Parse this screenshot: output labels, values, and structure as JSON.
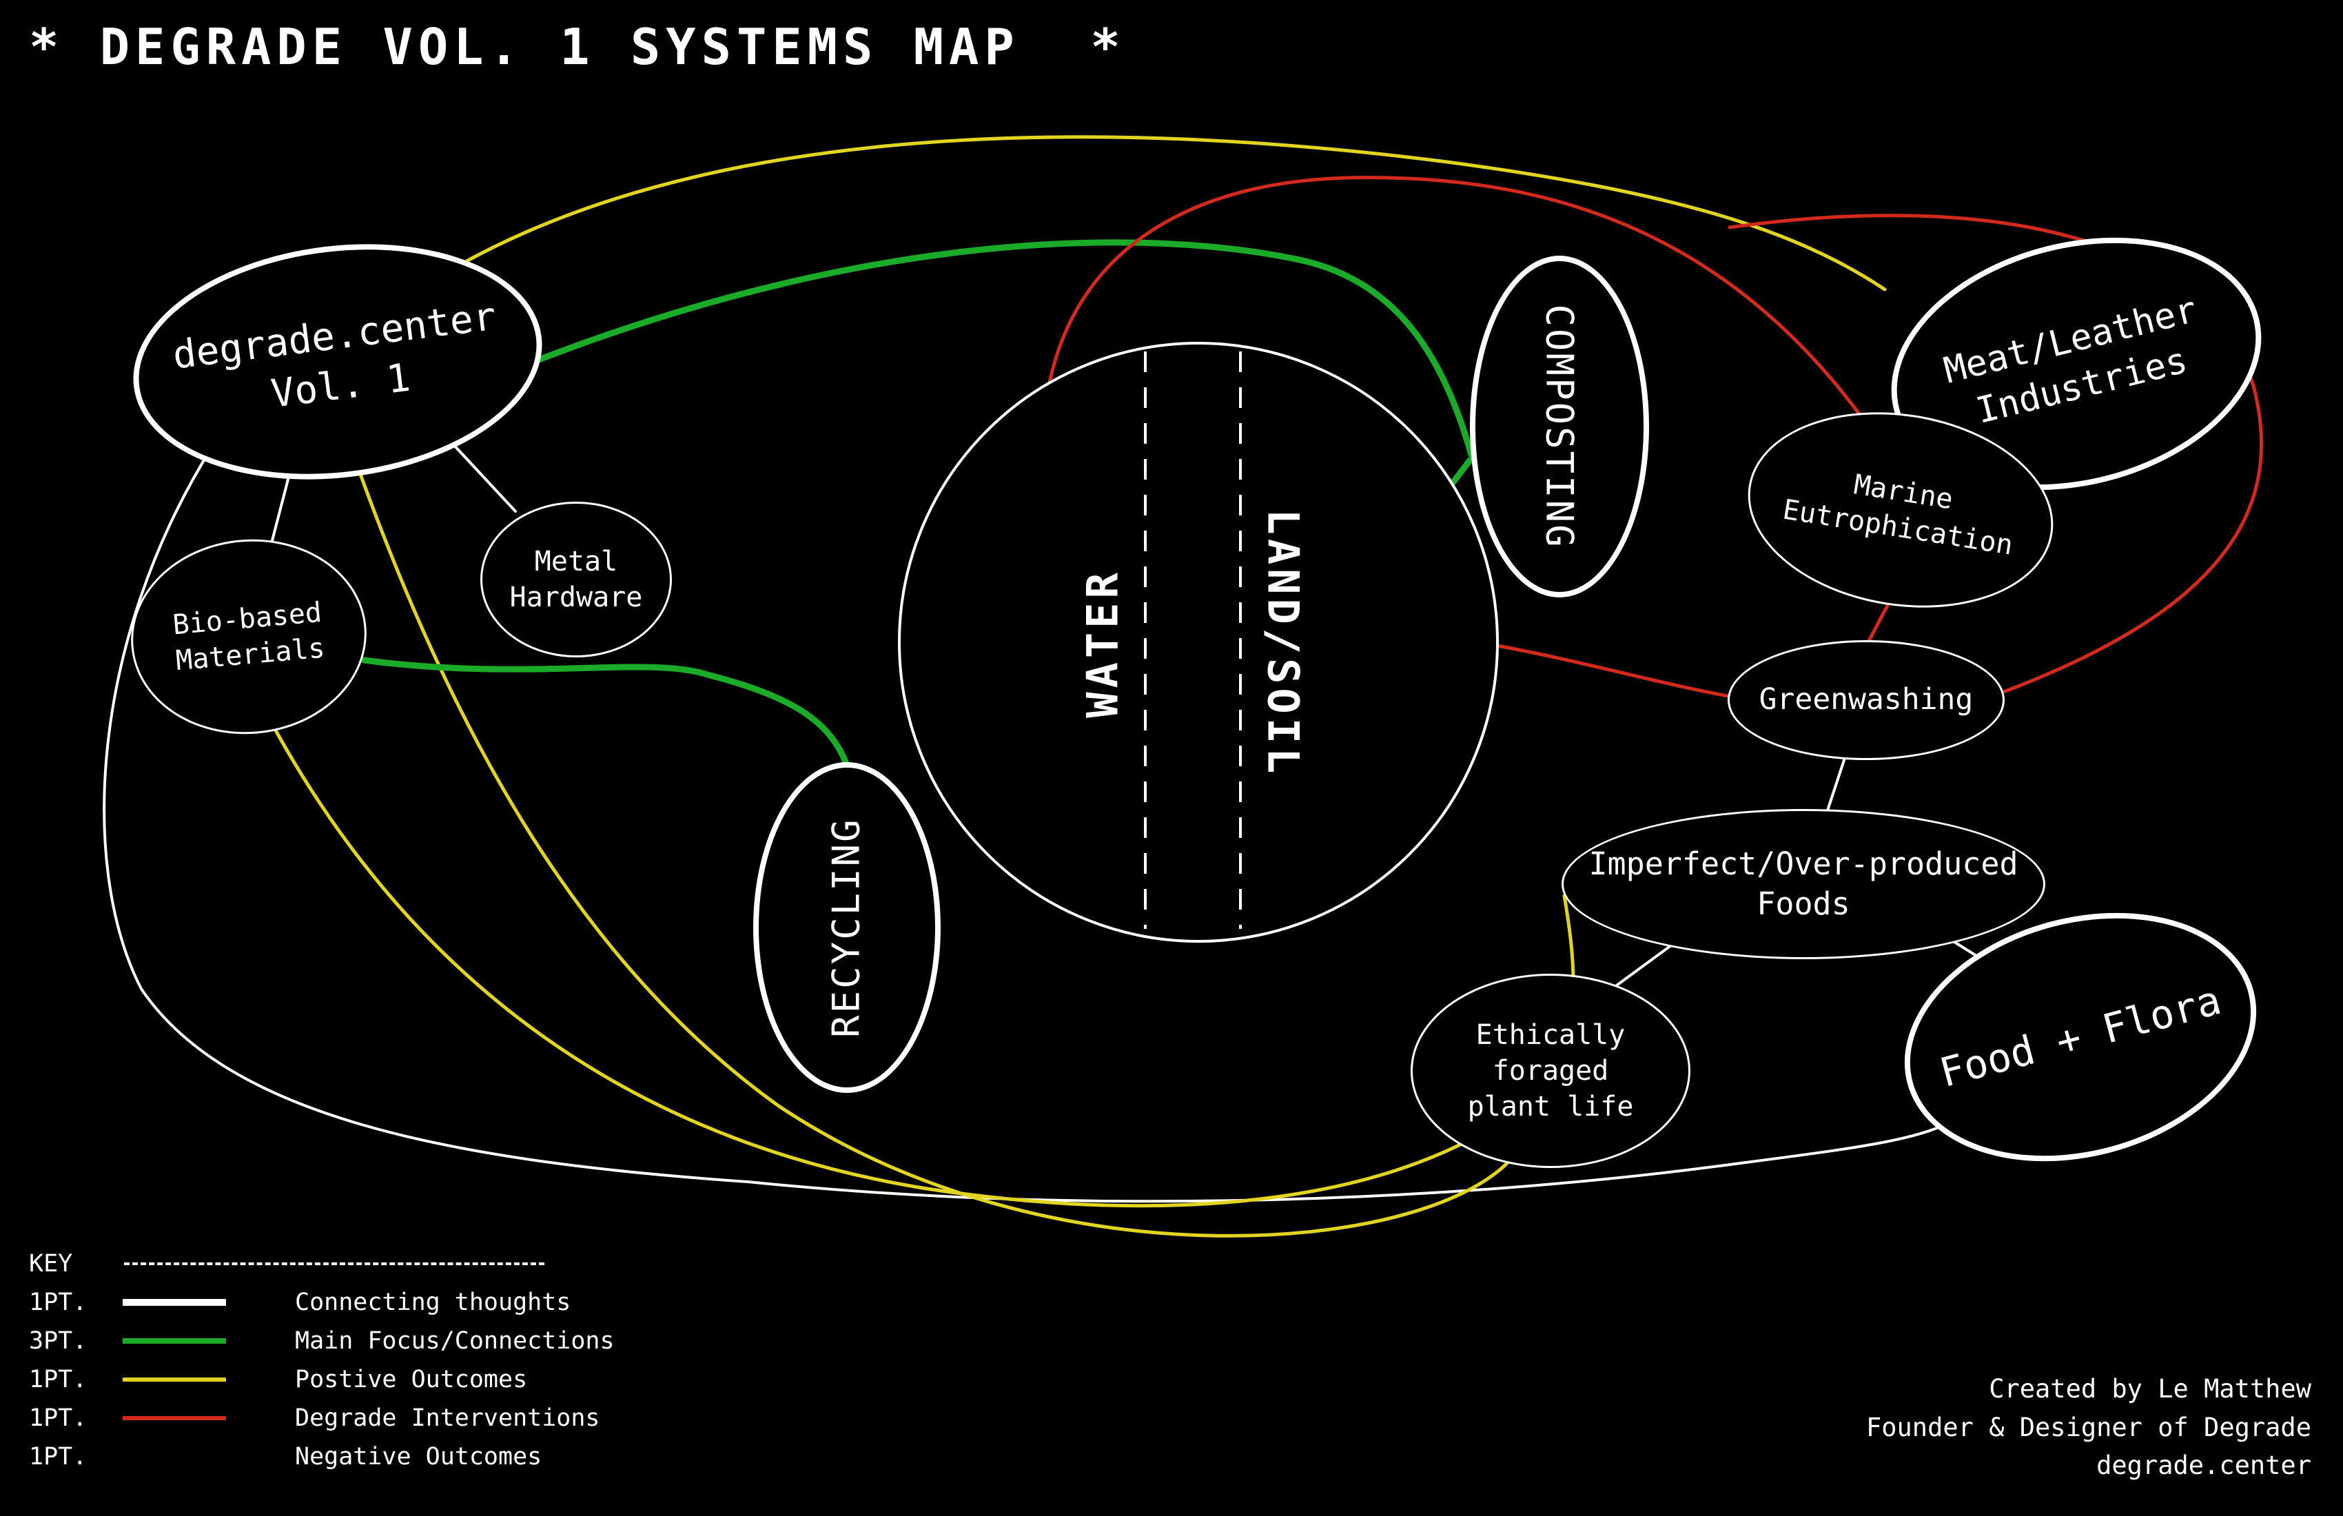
{
  "title": "* DEGRADE VOL. 1 SYSTEMS MAP  *",
  "nodes": {
    "degrade": {
      "label": "degrade.center\nVol. 1"
    },
    "bio": {
      "label": "Bio-based\nMaterials"
    },
    "metal": {
      "label": "Metal\nHardware"
    },
    "water": {
      "label": "WATER"
    },
    "landsoil": {
      "label": "LAND/SOIL"
    },
    "composting": {
      "label": "COMPOSTING"
    },
    "recycling": {
      "label": "RECYCLING"
    },
    "meat": {
      "label": "Meat/Leather\nIndustries"
    },
    "marine": {
      "label": "Marine\nEutrophication"
    },
    "greenwashing": {
      "label": "Greenwashing"
    },
    "imperfect": {
      "label": "Imperfect/Over-produced\nFoods"
    },
    "ethically": {
      "label": "Ethically\nforaged\nplant life"
    },
    "food": {
      "label": "Food + Flora"
    }
  },
  "legend": {
    "heading": "KEY",
    "rows": [
      {
        "pt": "1PT.",
        "label": "Connecting thoughts",
        "swatch": "white"
      },
      {
        "pt": "3PT.",
        "label": "Main Focus/Connections",
        "swatch": "green"
      },
      {
        "pt": "1PT.",
        "label": "Postive Outcomes",
        "swatch": "yellow"
      },
      {
        "pt": "1PT.",
        "label": "Degrade Interventions",
        "swatch": "red"
      },
      {
        "pt": "1PT.",
        "label": "Negative Outcomes",
        "swatch": "none"
      }
    ]
  },
  "footer": {
    "line1": "Created by Le Matthew",
    "line2": "Founder & Designer of Degrade",
    "line3": "degrade.center"
  },
  "colors": {
    "background": "#000000",
    "white": "#ffffff",
    "green": "#1aab28",
    "yellow": "#e3d51f",
    "red": "#d42a1c"
  }
}
